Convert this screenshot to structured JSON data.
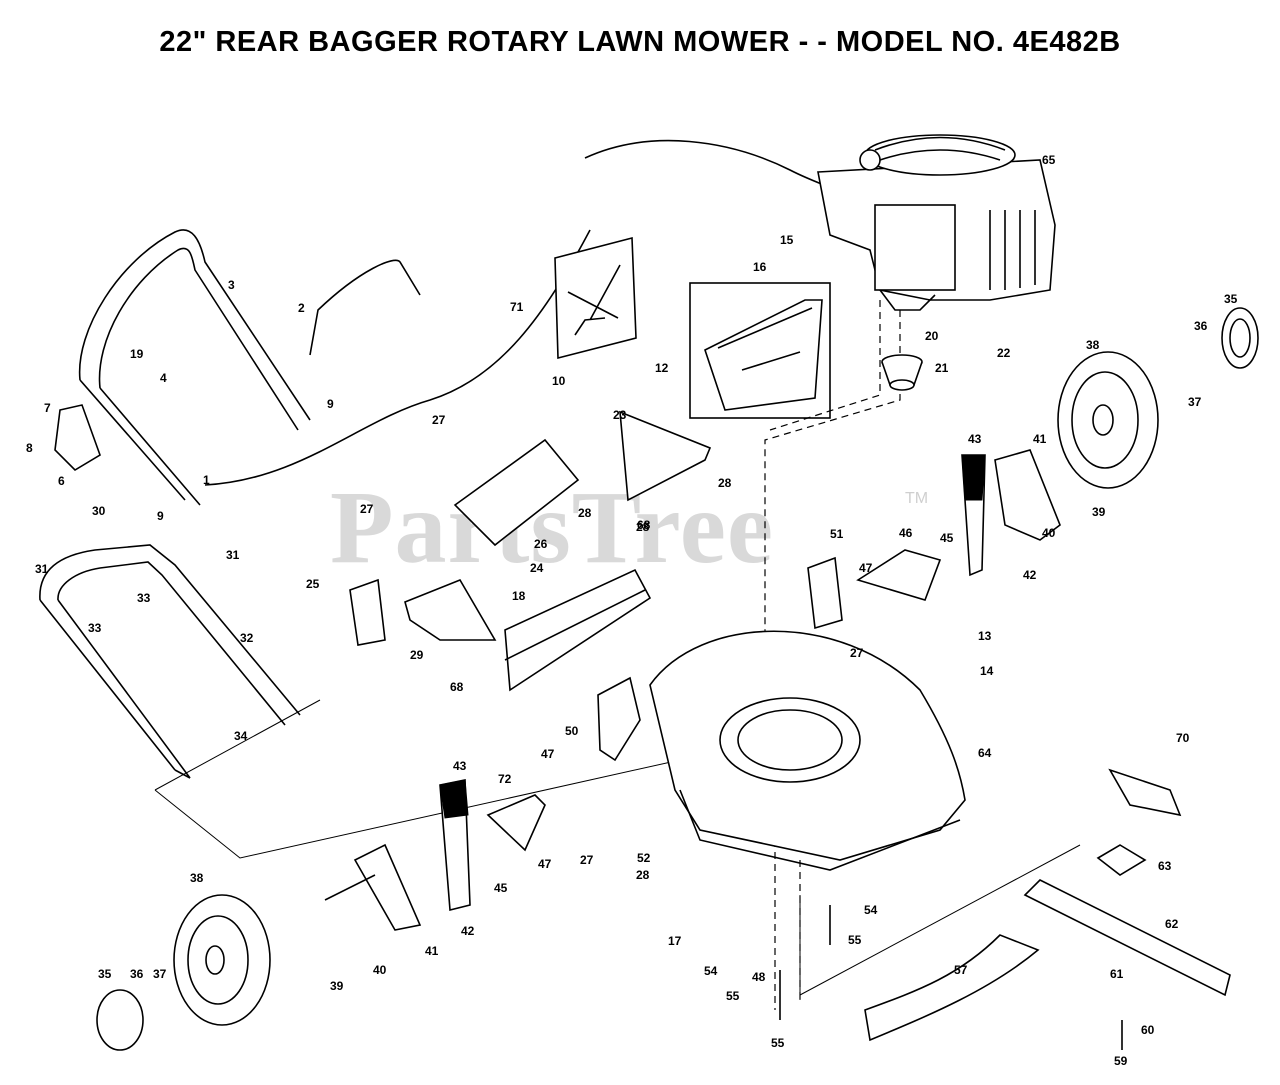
{
  "title": "22\" REAR BAGGER ROTARY LAWN MOWER - - MODEL NO. 4E482B",
  "watermark": "PartsTree",
  "watermark_tm": "TM",
  "part_labels": [
    "1",
    "2",
    "3",
    "4",
    "6",
    "7",
    "8",
    "9",
    "9",
    "10",
    "12",
    "13",
    "14",
    "15",
    "16",
    "17",
    "18",
    "19",
    "20",
    "21",
    "22",
    "23",
    "24",
    "25",
    "26",
    "27",
    "27",
    "27",
    "27",
    "28",
    "28",
    "28",
    "28",
    "29",
    "30",
    "31",
    "31",
    "32",
    "33",
    "33",
    "34",
    "35",
    "35",
    "36",
    "36",
    "37",
    "37",
    "38",
    "38",
    "39",
    "39",
    "40",
    "40",
    "41",
    "41",
    "42",
    "42",
    "43",
    "43",
    "45",
    "45",
    "46",
    "47",
    "47",
    "47",
    "48",
    "50",
    "51",
    "52",
    "54",
    "54",
    "55",
    "55",
    "55",
    "57",
    "59",
    "60",
    "61",
    "62",
    "63",
    "64",
    "65",
    "68",
    "68",
    "70",
    "71",
    "72"
  ]
}
